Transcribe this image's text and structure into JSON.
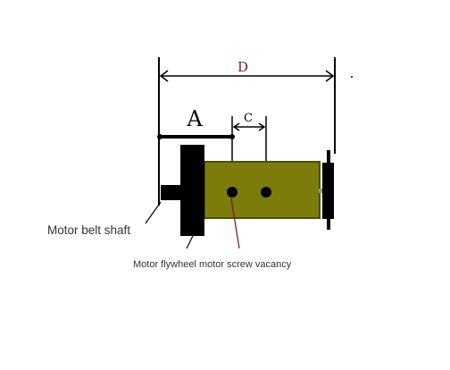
{
  "labels": {
    "d": "D",
    "a": "A",
    "c": "C",
    "belt_shaft": "Motor belt shaft",
    "flywheel": "Motor flywheel motor screw vacancy"
  },
  "colors": {
    "motor_body": "#7c7c0a",
    "motor_body_edge": "#4f4f05",
    "black": "#000000",
    "d_label": "#8b1a1a",
    "leader": "#7a1010"
  }
}
